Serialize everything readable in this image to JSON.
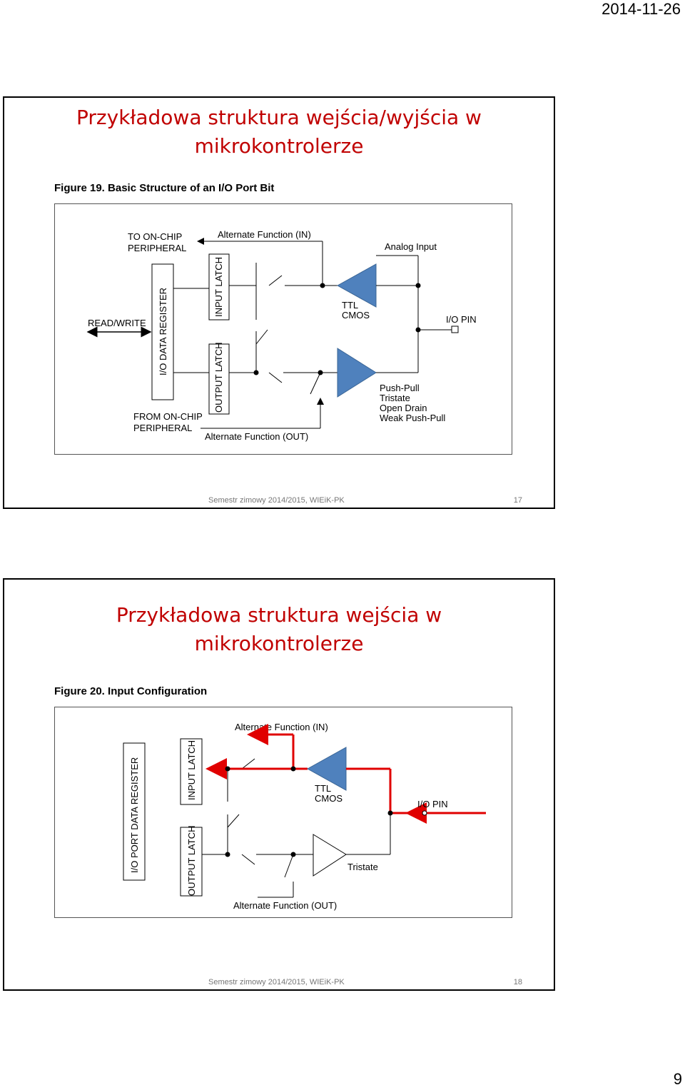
{
  "page": {
    "date": "2014-11-26",
    "number": "9"
  },
  "slides": [
    {
      "title_line1": "Przykładowa struktura wejścia/wyjścia w",
      "title_line2": "mikrokontrolerze",
      "figure_caption": "Figure 19. Basic Structure of an I/O Port Bit",
      "labels": {
        "to_on_chip_1": "TO ON-CHIP",
        "to_on_chip_2": "PERIPHERAL",
        "alt_in": "Alternate Function (IN)",
        "analog_input": "Analog Input",
        "read_write": "READ/WRITE",
        "io_data_register": "I/O DATA REGISTER",
        "input_latch": "INPUT LATCH",
        "output_latch": "OUTPUT LATCH",
        "ttl": "TTL",
        "cmos": "CMOS",
        "io_pin": "I/O PIN",
        "push_pull": "Push-Pull",
        "tristate": "Tristate",
        "open_drain": "Open Drain",
        "weak_push_pull": "Weak Push-Pull",
        "from_on_chip_1": "FROM ON-CHIP",
        "from_on_chip_2": "PERIPHERAL",
        "alt_out": "Alternate Function (OUT)"
      },
      "footer_text": "Semestr zimowy 2014/2015,  WIEiK-PK",
      "footer_number": "17"
    },
    {
      "title_line1": "Przykładowa struktura wejścia w",
      "title_line2": "mikrokontrolerze",
      "figure_caption": "Figure 20. Input Configuration",
      "labels": {
        "alt_in": "Alternate Function (IN)",
        "io_port_data_register": "I/O PORT DATA REGISTER",
        "input_latch": "INPUT LATCH",
        "output_latch": "OUTPUT LATCH",
        "ttl": "TTL",
        "cmos": "CMOS",
        "io_pin": "I/O PIN",
        "tristate": "Tristate",
        "alt_out": "Alternate Function (OUT)"
      },
      "footer_text": "Semestr zimowy 2014/2015,  WIEiK-PK",
      "footer_number": "18"
    }
  ],
  "colors": {
    "title": "#c00000",
    "buffer_fill": "#4f81bd",
    "highlight_path": "#e00000"
  }
}
